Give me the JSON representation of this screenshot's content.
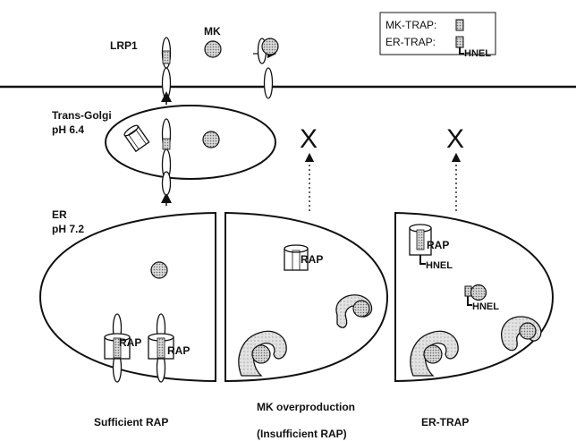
{
  "legend": {
    "mk_trap": "MK-TRAP:",
    "er_trap": "ER-TRAP:",
    "hnel": "HNEL"
  },
  "top": {
    "lrp1": "LRP1",
    "mk": "MK"
  },
  "trans_golgi": {
    "name": "Trans-Golgi",
    "ph": "pH 6.4"
  },
  "er": {
    "name": "ER",
    "ph": "pH 7.2"
  },
  "labels": {
    "rap": "RAP",
    "hnel": "HNEL",
    "blocked": "X"
  },
  "captions": {
    "left": "Sufficient RAP",
    "middle_line1": "MK overproduction",
    "middle_line2": "(Insufficient RAP)",
    "right": "ER-TRAP"
  },
  "colors": {
    "line": "#111111",
    "dot_fill": "#bdbdbd"
  }
}
